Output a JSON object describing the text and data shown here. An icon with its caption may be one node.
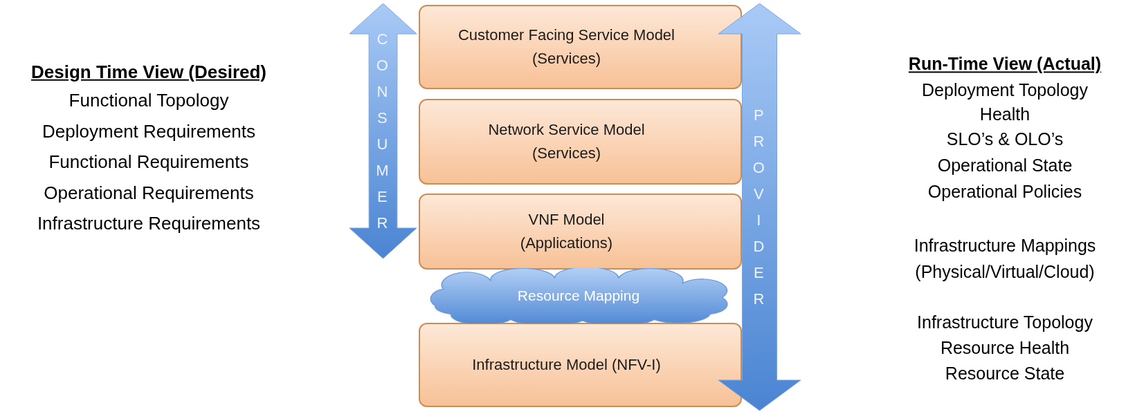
{
  "diagram": {
    "nodes": [
      {
        "text": [
          "CONSUMER"
        ]
      },
      {
        "text": [
          "Customer Facing Service Model",
          "(Services)"
        ]
      },
      {
        "text": [
          "Network Service Model",
          "(Services)"
        ]
      },
      {
        "text": [
          "VNF Model",
          "(Applications)"
        ]
      },
      {
        "text": [
          "Resource Mapping"
        ]
      },
      {
        "text": [
          "Infrastructure Model (NFV-I)"
        ]
      },
      {
        "text": [
          "PROVIDER"
        ]
      }
    ],
    "labels": [
      "Design Time View (Desired)",
      "Functional Topology",
      "Deployment Requirements",
      "Functional Requirements",
      "Operational Requirements",
      "Infrastructure Requirements",
      "Run-Time View (Actual)",
      "Deployment Topology",
      "Health",
      "SLO’s & OLO’s",
      "Operational State",
      "Operational Policies",
      "Infrastructure Mappings",
      "(Physical/Virtual/Cloud)",
      "Infrastructure Topology",
      "Resource Health",
      "Resource State"
    ]
  }
}
